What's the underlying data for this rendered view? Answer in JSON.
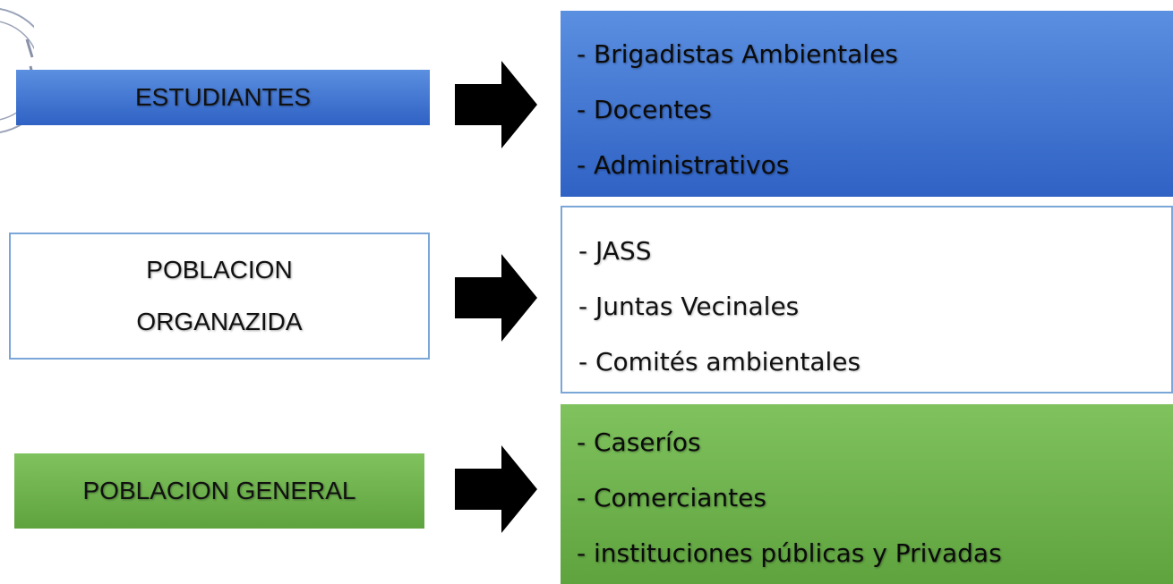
{
  "rows": [
    {
      "label_lines": [
        "ESTUDIANTES"
      ],
      "items": [
        "- Brigadistas Ambientales",
        "- Docentes",
        "- Administrativos"
      ],
      "color": "#3f74d3"
    },
    {
      "label_lines": [
        "POBLACION",
        "ORGANAZIDA"
      ],
      "items": [
        "- JASS",
        "- Juntas Vecinales",
        "- Comités ambientales"
      ],
      "color": "#ffffff",
      "border_color": "#7aa6d8"
    },
    {
      "label_lines": [
        "POBLACION GENERAL"
      ],
      "items": [
        "- Caseríos",
        "- Comerciantes",
        "- instituciones públicas y Privadas"
      ],
      "color": "#6fb24e"
    }
  ],
  "arrow_color": "#000000"
}
